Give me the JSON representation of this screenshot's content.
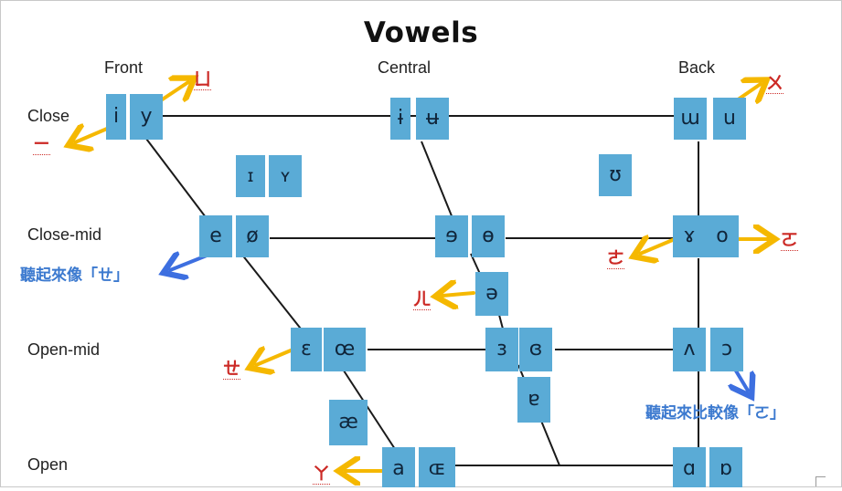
{
  "title": "Vowels",
  "columns": {
    "front": "Front",
    "central": "Central",
    "back": "Back"
  },
  "rows": {
    "close": "Close",
    "close_mid": "Close-mid",
    "open_mid": "Open-mid",
    "open": "Open"
  },
  "symbols": {
    "i": "i",
    "y": "y",
    "barred_i": "ɨ",
    "barred_u": "ʉ",
    "turned_m": "ɯ",
    "u": "u",
    "small_cap_i": "ɪ",
    "small_cap_y": "ʏ",
    "upsilon": "ʊ",
    "e": "e",
    "o_slash": "ø",
    "reversed_e": "ɘ",
    "barred_o": "ɵ",
    "rams_horn": "ɤ",
    "o": "o",
    "schwa": "ə",
    "epsilon": "ɛ",
    "oe": "œ",
    "rev_epsilon": "ɜ",
    "closed_rev_epsilon": "ɞ",
    "turned_v": "ʌ",
    "open_o": "ɔ",
    "turned_a": "ɐ",
    "ae": "æ",
    "a": "a",
    "oe_cap": "ɶ",
    "script_a": "ɑ",
    "turned_script_a": "ɒ"
  },
  "zhuyin": {
    "yu": "ㄩ",
    "yi": "ㄧ",
    "wu": "ㄨ",
    "o": "ㄛ",
    "e": "ㄜ",
    "eh_left": "ㄝ",
    "er": "ㄦ",
    "eh": "ㄝ",
    "a": "ㄚ",
    "o_right": "ㄛ"
  },
  "notes": {
    "sounds_like_eh": "聽起來像「ㄝ」",
    "sounds_more_like_o": "聽起來比較像「ㄛ」"
  },
  "colors": {
    "box": "#5aabd6",
    "arrow_yellow": "#f5b800",
    "arrow_blue": "#3d6fe0",
    "zhuyin_red": "#cc2a26",
    "note_blue": "#3b79cf"
  }
}
